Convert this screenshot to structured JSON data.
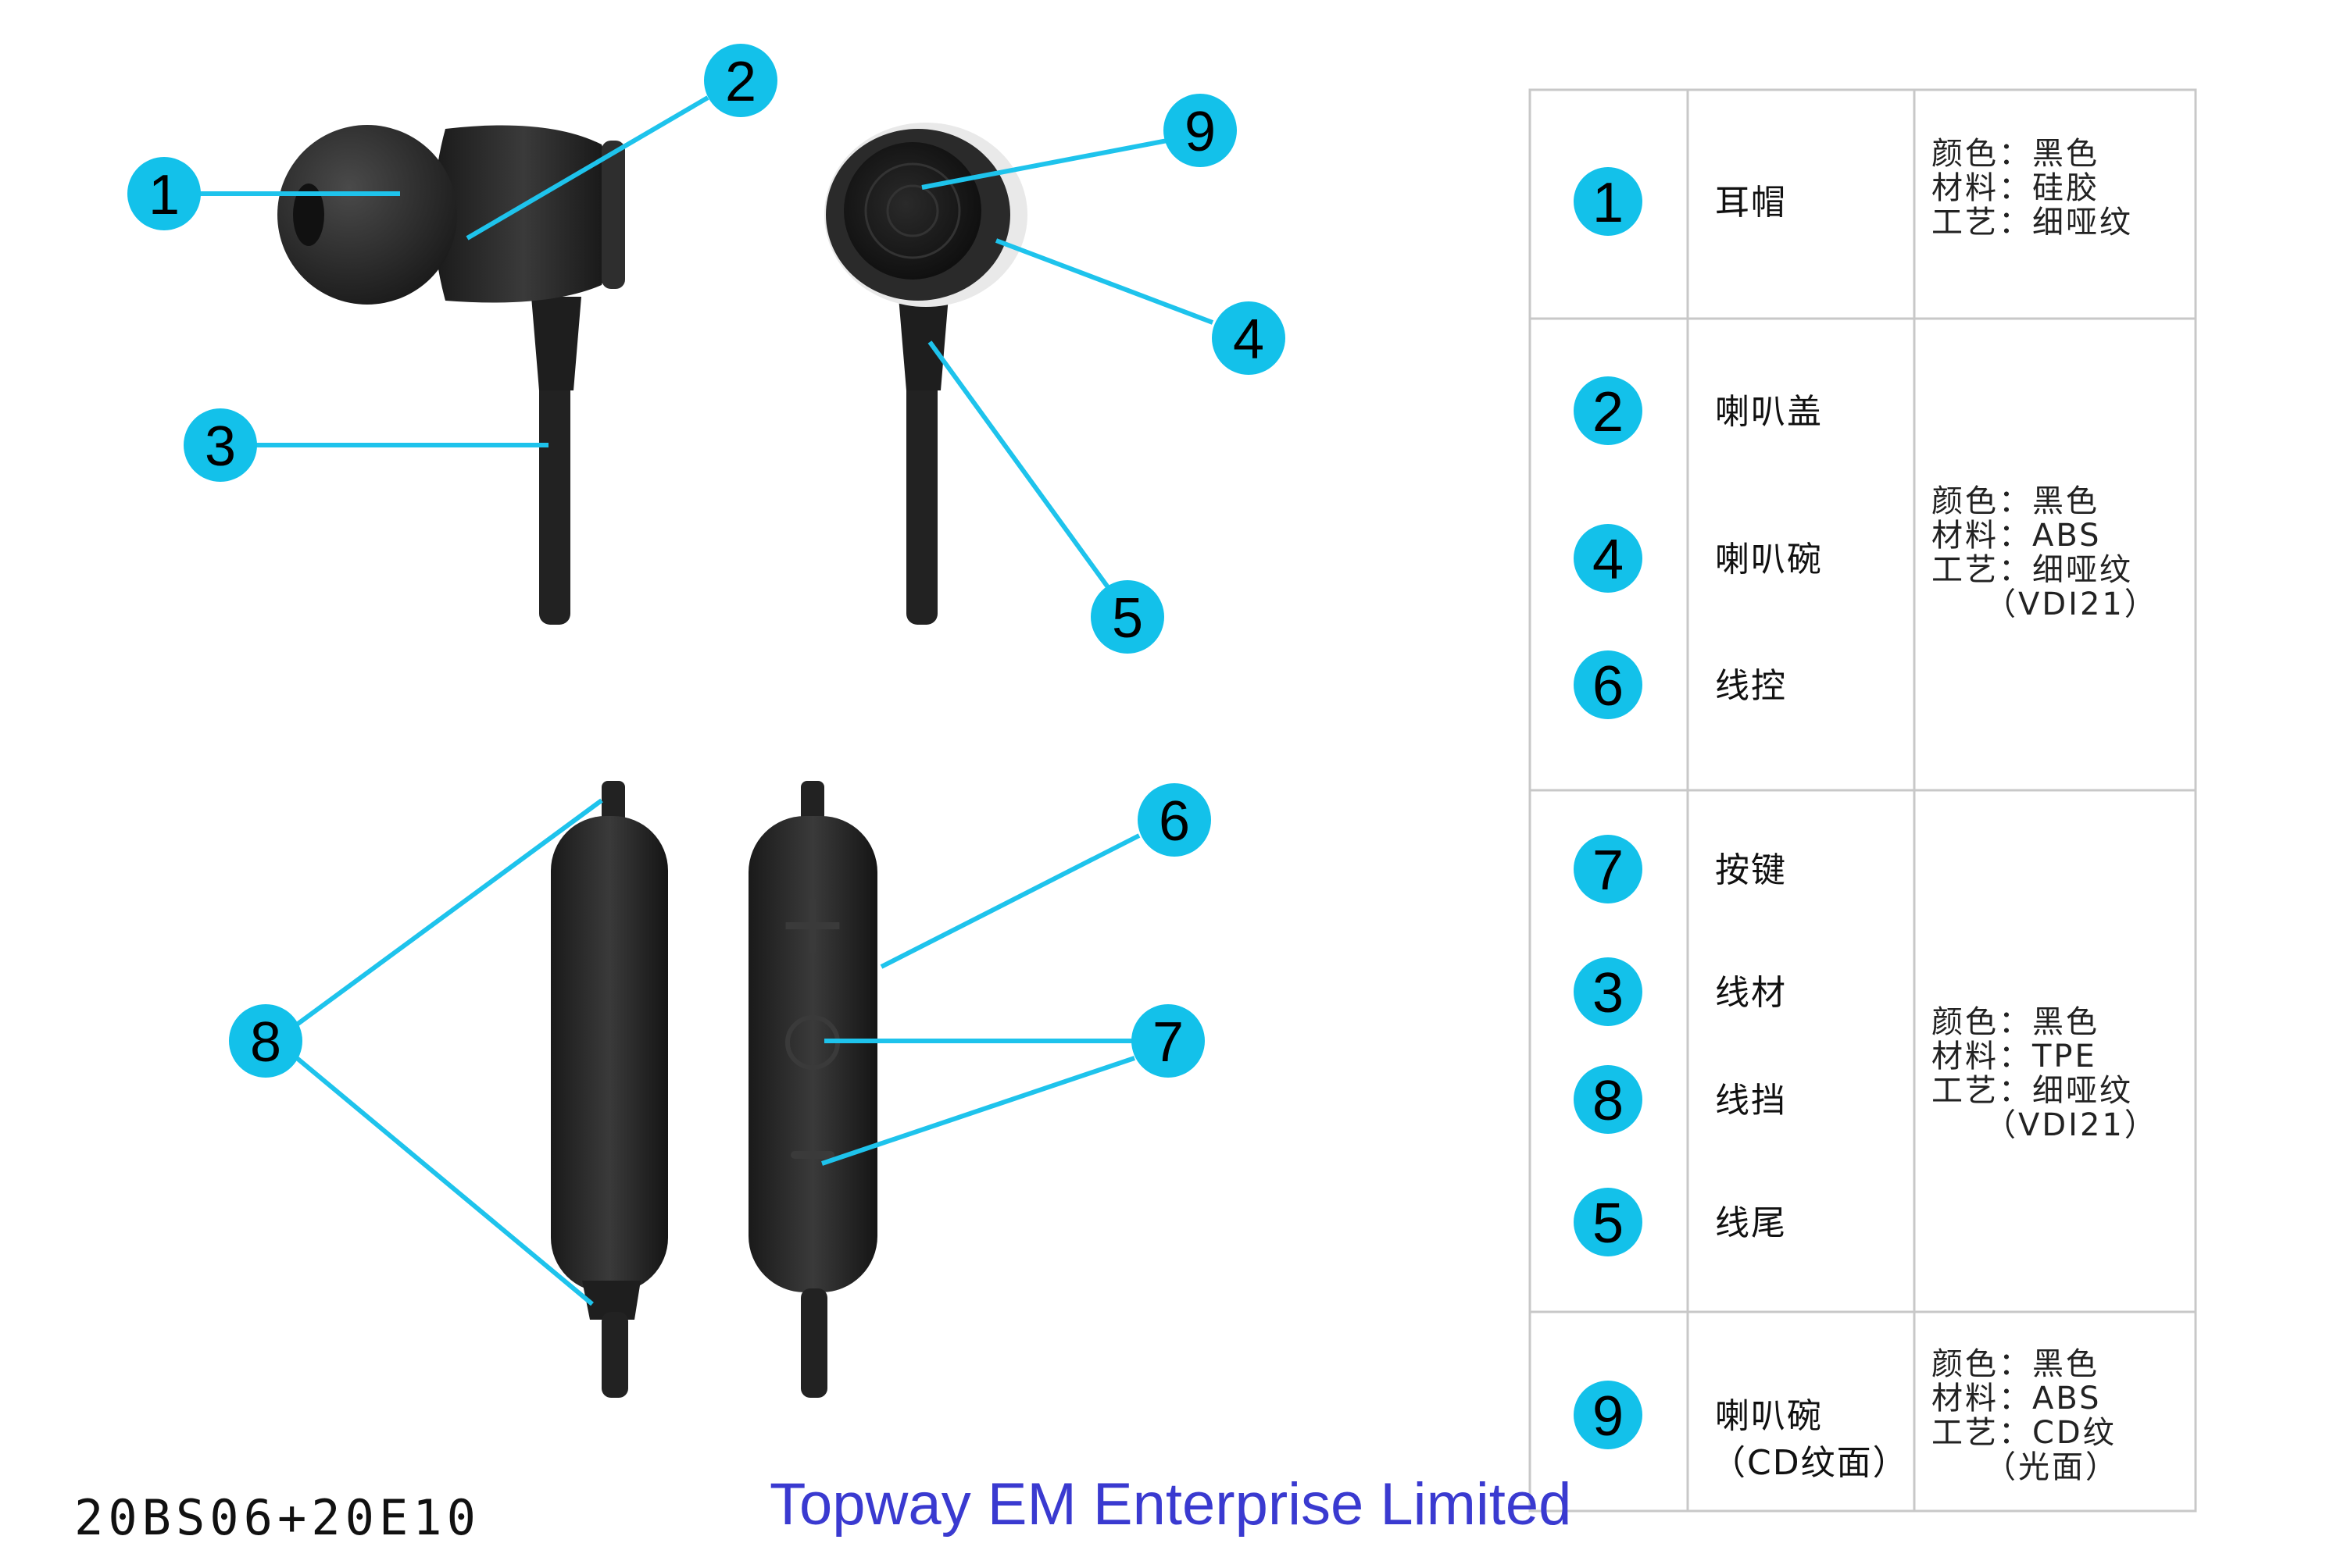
{
  "accent_color": "#13c1ea",
  "line_color": "#1ec3ec",
  "company_color": "#3a3ad0",
  "callouts": [
    "1",
    "2",
    "3",
    "4",
    "5",
    "6",
    "7",
    "8",
    "9"
  ],
  "table": {
    "rows": [
      {
        "num": "1",
        "part": "耳帽",
        "spec": [
          "颜色：黑色",
          "材料：硅胶",
          "工艺：细哑纹"
        ]
      },
      {
        "num": "2",
        "part": "喇叭盖",
        "spec": [
          "颜色：黑色",
          "材料：ABS",
          "工艺：细哑纹",
          "（VDI21）"
        ]
      },
      {
        "num": "4",
        "part": "喇叭碗",
        "spec": []
      },
      {
        "num": "6",
        "part": "线控",
        "spec": []
      },
      {
        "num": "7",
        "part": "按键",
        "spec": [
          "颜色：黑色",
          "材料：TPE",
          "工艺：细哑纹",
          "（VDI21）"
        ]
      },
      {
        "num": "3",
        "part": "线材",
        "spec": []
      },
      {
        "num": "8",
        "part": "线挡",
        "spec": []
      },
      {
        "num": "5",
        "part": "线尾",
        "spec": []
      },
      {
        "num": "9",
        "part": "喇叭碗",
        "part_line2": "（CD纹面）",
        "spec": [
          "颜色：黑色",
          "材料：ABS",
          "工艺：CD纹",
          "（光面）"
        ]
      }
    ]
  },
  "footer": {
    "model_code": "20BS06+20E10",
    "company": "Topway EM Enterprise Limited"
  }
}
